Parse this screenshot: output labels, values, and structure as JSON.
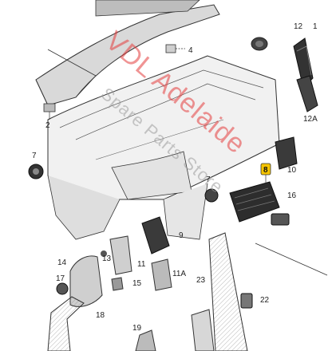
{
  "watermark": {
    "line1": "VDL Adelaide",
    "line2": "Spare Parts Store",
    "color": "#e43d3d"
  },
  "callouts": {
    "c1": "1",
    "c2": "2",
    "c4": "4",
    "c7a": "7",
    "c7b": "7",
    "c8": "8",
    "c9": "9",
    "c10": "10",
    "c11": "11",
    "c11a": "11A",
    "c12": "12",
    "c12a": "12A",
    "c13": "13",
    "c14": "14",
    "c15": "15",
    "c16": "16",
    "c17": "17",
    "c18": "18",
    "c19": "19",
    "c22": "22",
    "c23": "23"
  },
  "highlight_color": "#f5c400"
}
